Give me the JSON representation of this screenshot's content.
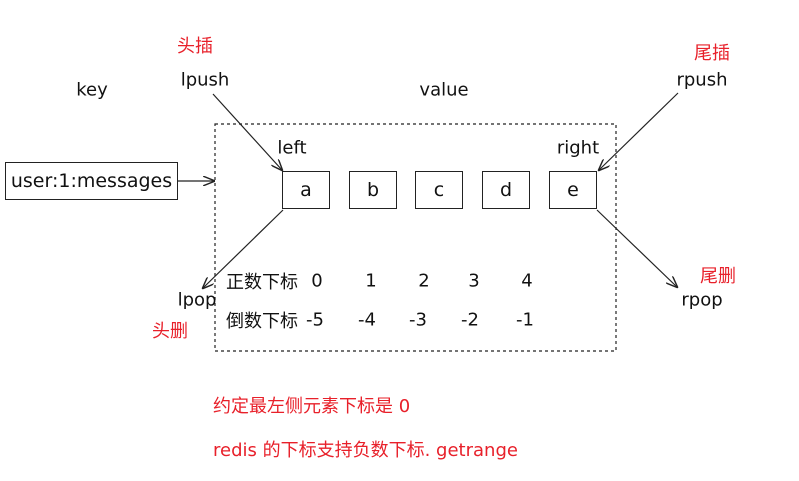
{
  "labels": {
    "key": "key",
    "value": "value",
    "lpush": "lpush",
    "rpush": "rpush",
    "lpop": "lpop",
    "rpop": "rpop",
    "left": "left",
    "right": "right",
    "head_insert": "头插",
    "tail_insert": "尾插",
    "head_delete": "头删",
    "tail_delete": "尾删"
  },
  "key_name": "user:1:messages",
  "elements": [
    "a",
    "b",
    "c",
    "d",
    "e"
  ],
  "positive_index": {
    "label": "正数下标",
    "values": [
      "0",
      "1",
      "2",
      "3",
      "4"
    ]
  },
  "negative_index": {
    "label": "倒数下标",
    "values": [
      "-5",
      "-4",
      "-3",
      "-2",
      "-1"
    ]
  },
  "notes": [
    "约定最左侧元素下标是 0",
    "redis 的下标支持负数下标. getrange"
  ],
  "colors": {
    "annotation": "#e8202a",
    "line": "#222222"
  }
}
